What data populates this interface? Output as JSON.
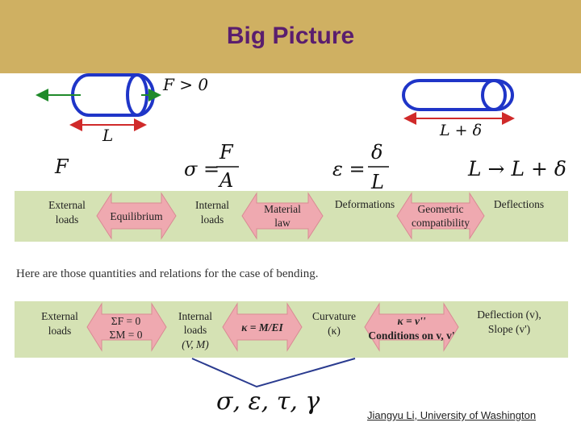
{
  "header": {
    "title": "Big Picture"
  },
  "top_figure": {
    "left_force_label": "F > 0",
    "left_length_label": "L",
    "right_length_label": "L + δ"
  },
  "equations": {
    "force": "F",
    "stress_lhs": "σ =",
    "stress_num": "F",
    "stress_den": "A",
    "strain_lhs": "ε =",
    "strain_num": "δ",
    "strain_den": "L",
    "length_change": "L → L + δ"
  },
  "row1": {
    "box1": [
      "External",
      "loads"
    ],
    "arrow1": "Equilibrium",
    "box2": [
      "Internal",
      "loads"
    ],
    "arrow2": [
      "Material",
      "law"
    ],
    "box3": "Deformations",
    "arrow3": [
      "Geometric",
      "compatibility"
    ],
    "box4": "Deflections"
  },
  "intro_text": "Here are those quantities and relations for the case of bending.",
  "row2": {
    "box1": [
      "External",
      "loads"
    ],
    "arrow1": [
      "ΣF = 0",
      "ΣM = 0"
    ],
    "box2": [
      "Internal",
      "loads",
      "(V, M)"
    ],
    "arrow2": "κ = M/EI",
    "box3": [
      "Curvature",
      "(κ)"
    ],
    "arrow3": [
      "κ = v''",
      "Conditions on v, v'"
    ],
    "box4": [
      "Deflection (v),",
      "Slope (v')"
    ]
  },
  "bottom_symbols": "σ, ε, τ, γ",
  "credit": "Jiangyu Li, University of Washington",
  "colors": {
    "header": "#CFB062",
    "title": "#5a1e6e",
    "box_fill": "#D5E2B4",
    "arrow_fill": "#EFA9B0",
    "cylinder": "#1f35c8",
    "force_arrow": "#1f8a2a",
    "length_arrow": "#d02a2a",
    "bracket": "#2a3b8f"
  }
}
